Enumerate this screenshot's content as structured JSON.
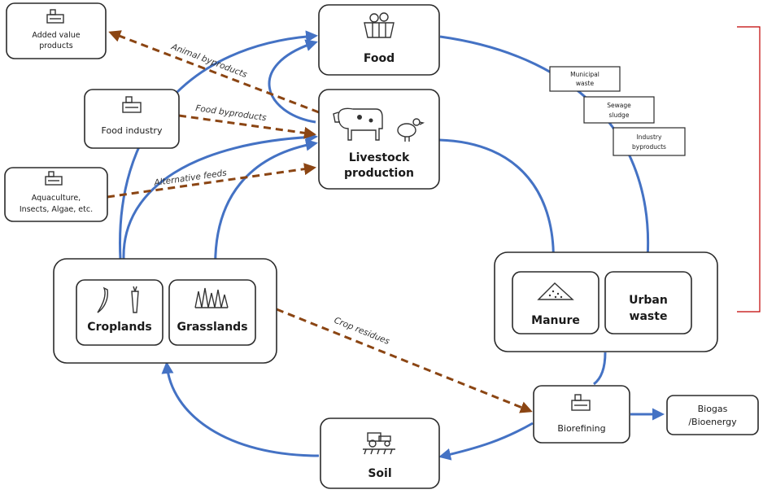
{
  "nodes": {
    "food": "Food",
    "livestock_line1": "Livestock",
    "livestock_line2": "production",
    "added_value_line1": "Added value",
    "added_value_line2": "products",
    "food_industry": "Food industry",
    "aquaculture_line1": "Aquaculture,",
    "aquaculture_line2": "Insects, Algae, etc.",
    "croplands": "Croplands",
    "grasslands": "Grasslands",
    "manure": "Manure",
    "urban_waste_line1": "Urban",
    "urban_waste_line2": "waste",
    "biorefining": "Biorefining",
    "biogas_line1": "Biogas",
    "biogas_line2": "/Bioenergy",
    "soil": "Soil",
    "municipal_waste_line1": "Municipal",
    "municipal_waste_line2": "waste",
    "sewage_sludge_line1": "Sewage",
    "sewage_sludge_line2": "sludge",
    "industry_byproducts_line1": "Industry",
    "industry_byproducts_line2": "byproducts"
  },
  "flows": {
    "animal_byproducts": "Animal byproducts",
    "food_byproducts": "Food byproducts",
    "alternative_feeds": "Alternative feeds",
    "crop_residues": "Crop residues"
  },
  "colors": {
    "flow_blue": "#4472c4",
    "dashed_brown": "#8b4513",
    "frame_red": "#c00000"
  },
  "icons": {
    "food": "food-basket-icon",
    "livestock": "cow-chicken-icon",
    "factory": "factory-icon",
    "croplands": "vegetables-icon",
    "grasslands": "grass-icon",
    "manure": "manure-pile-icon",
    "soil": "tractor-soil-icon"
  }
}
